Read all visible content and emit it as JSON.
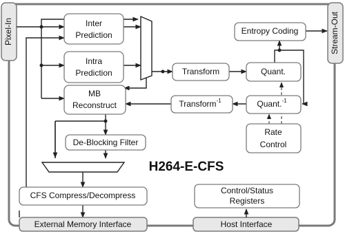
{
  "title": "H264-E-CFS",
  "io": {
    "pixel_in": "Pixel-In",
    "stream_out": "Stream-Out"
  },
  "blocks": {
    "inter_prediction": [
      "Inter",
      "Prediction"
    ],
    "intra_prediction": [
      "Intra",
      "Prediction"
    ],
    "mb_reconstruct": [
      "MB",
      "Reconstruct"
    ],
    "deblocking_filter": "De-Blocking Filter",
    "transform": "Transform",
    "quant": "Quant.",
    "entropy_coding": "Entropy Coding",
    "inverse_transform": {
      "base": "Transform",
      "sup": "-1"
    },
    "inverse_quant": {
      "base": "Quant.",
      "sup": "-1"
    },
    "rate_control": [
      "Rate",
      "Control"
    ],
    "cfs_compress": "CFS Compress/Decompress",
    "control_status": [
      "Control/Status",
      "Registers"
    ],
    "external_memory": "External Memory Interface",
    "host_interface": "Host Interface"
  },
  "colors": {
    "border": "#7a7a7a",
    "line": "#222222",
    "side_fill": "#e8e8e8",
    "box_fill": "#ffffff"
  }
}
